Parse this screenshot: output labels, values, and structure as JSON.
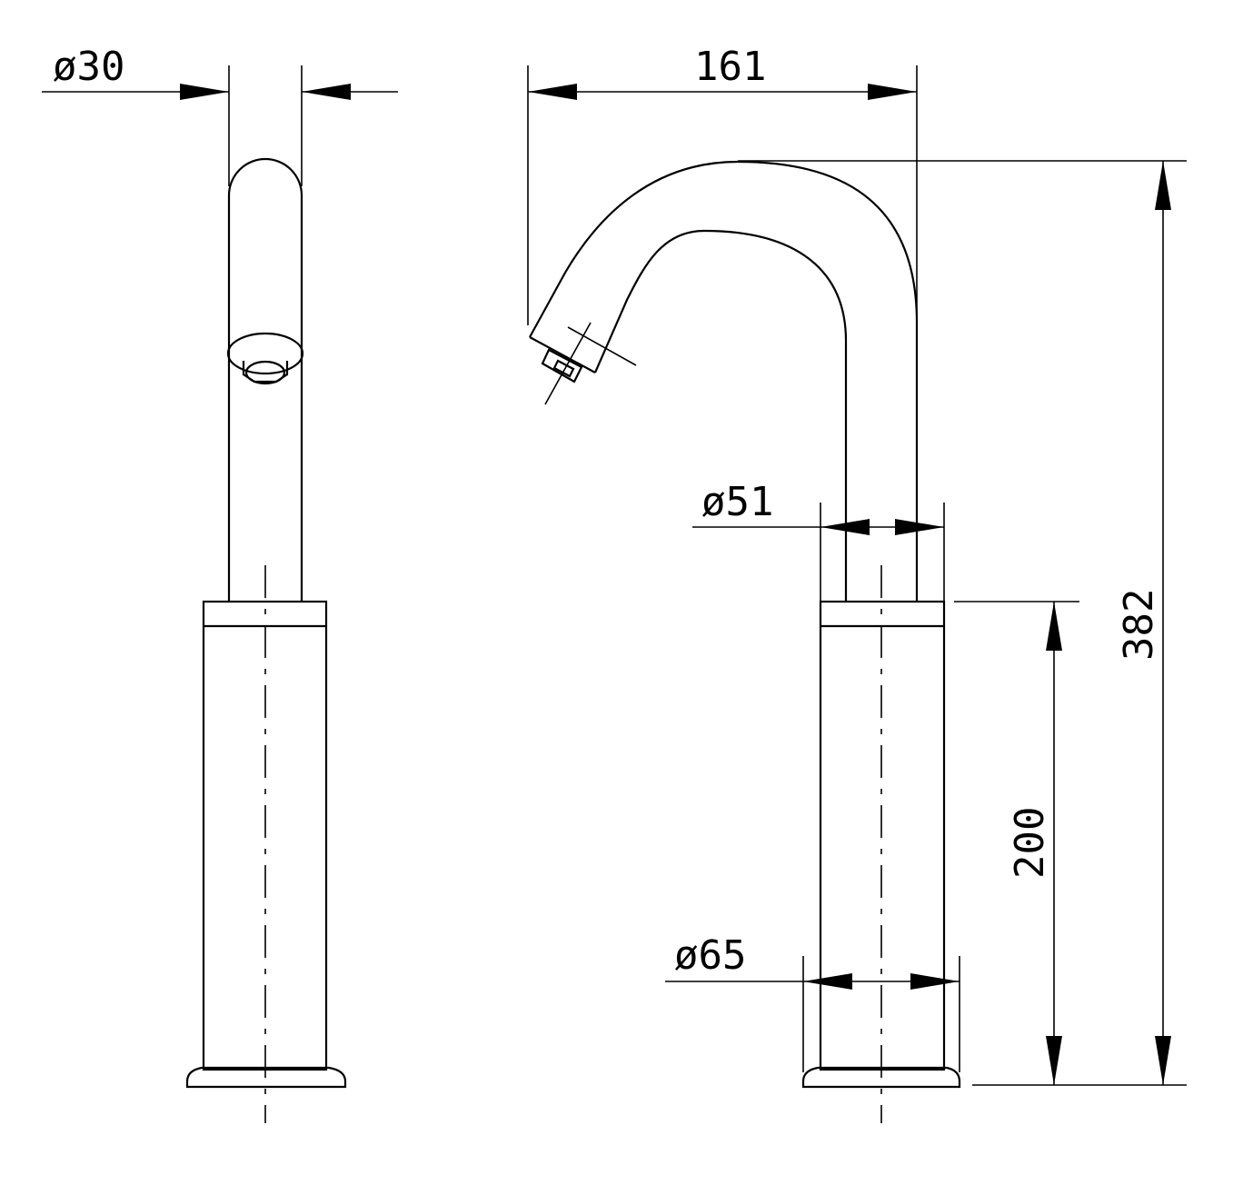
{
  "dimensions": {
    "front_diameter": "ø30",
    "reach": "161",
    "spout_diameter": "ø51",
    "total_height": "382",
    "base_height": "200",
    "base_diameter": "ø65"
  },
  "colors": {
    "line": "#000000",
    "background": "#ffffff"
  }
}
